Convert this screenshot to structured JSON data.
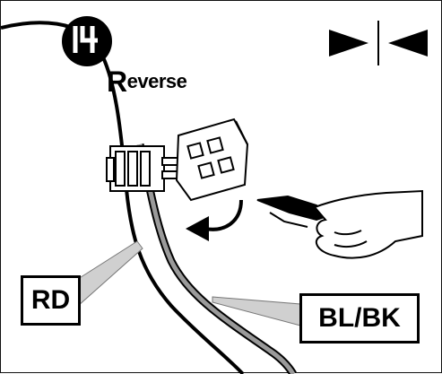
{
  "badge": {
    "reverse_text": "everse",
    "reverse_initial": "R"
  },
  "labels": {
    "rd": "RD",
    "blbk": "BL/BK"
  },
  "icons": [
    "gear-shift-reverse-icon",
    "connector-join-icon",
    "rotate-arrow-icon",
    "pliers-hand-icon"
  ],
  "colors": {
    "wire_rd": "#000000",
    "wire_blbk": "#8a8a8a",
    "leader": "#c9c9c9"
  }
}
